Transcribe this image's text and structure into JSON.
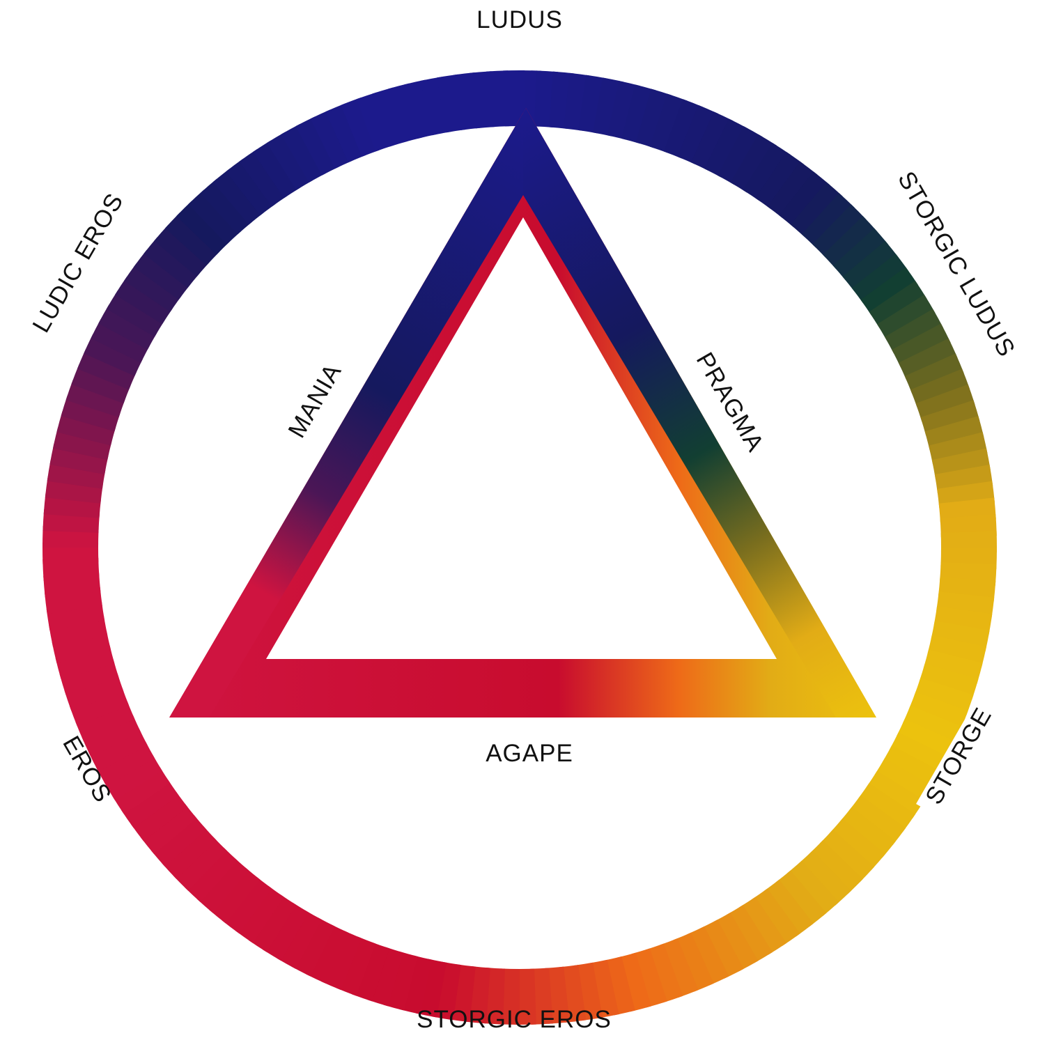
{
  "labels": {
    "ludus": "LUDUS",
    "ludic_eros": "LUDIC EROS",
    "storgic_ludus": "STORGIC LUDUS",
    "mania": "MANIA",
    "pragma": "PRAGMA",
    "eros": "EROS",
    "agape": "AGAPE",
    "storge": "STORGE",
    "storgic_eros": "STORGIC EROS"
  },
  "colors": {
    "blue": "#1c1a8c",
    "dark_blue": "#15195e",
    "purple": "#4b1656",
    "crimson": "#cf1440",
    "red": "#c80c2e",
    "orange": "#ee6a18",
    "gold": "#e2ac16",
    "yellow": "#ecc20e",
    "olive": "#7a6e1e",
    "dark_green": "#123f32"
  }
}
